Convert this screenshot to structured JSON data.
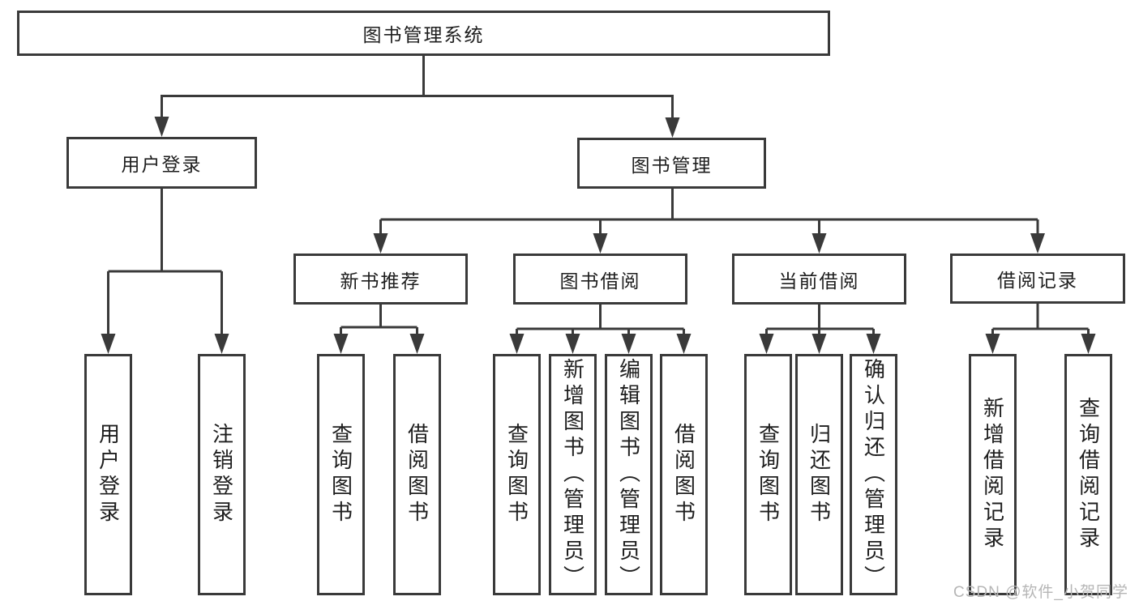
{
  "diagram": {
    "title": "图书管理系统",
    "type": "functional-structure-tree",
    "nodes": {
      "root": "图书管理系统",
      "user_login": "用户登录",
      "book_mgmt": "图书管理",
      "new_book_rec": "新书推荐",
      "book_borrow": "图书借阅",
      "current_borrow": "当前借阅",
      "borrow_record": "借阅记录",
      "leaf_user_login": "用户登录",
      "leaf_logout": "注销登录",
      "leaf_nb_query": "查询图书",
      "leaf_nb_borrow": "借阅图书",
      "leaf_bb_query": "查询图书",
      "leaf_bb_add": "新增图书（管理员）",
      "leaf_bb_edit": "编辑图书（管理员）",
      "leaf_bb_borrow": "借阅图书",
      "leaf_cb_query": "查询图书",
      "leaf_cb_return": "归还图书",
      "leaf_cb_confirm": "确认归还（管理员）",
      "leaf_br_add": "新增借阅记录",
      "leaf_br_query": "查询借阅记录"
    },
    "hierarchy": {
      "图书管理系统": {
        "用户登录": [
          "用户登录",
          "注销登录"
        ],
        "图书管理": {
          "新书推荐": [
            "查询图书",
            "借阅图书"
          ],
          "图书借阅": [
            "查询图书",
            "新增图书（管理员）",
            "编辑图书（管理员）",
            "借阅图书"
          ],
          "当前借阅": [
            "查询图书",
            "归还图书",
            "确认归还（管理员）"
          ],
          "借阅记录": [
            "新增借阅记录",
            "查询借阅记录"
          ]
        }
      }
    },
    "colors": {
      "line": "#3a3a3a",
      "box_border": "#3a3a3a",
      "box_fill": "#ffffff",
      "text": "#1e1e1e",
      "background": "#ffffff",
      "watermark": "#b6b6b6"
    }
  },
  "watermark": {
    "text": "CSDN @软件_小贺同学"
  }
}
